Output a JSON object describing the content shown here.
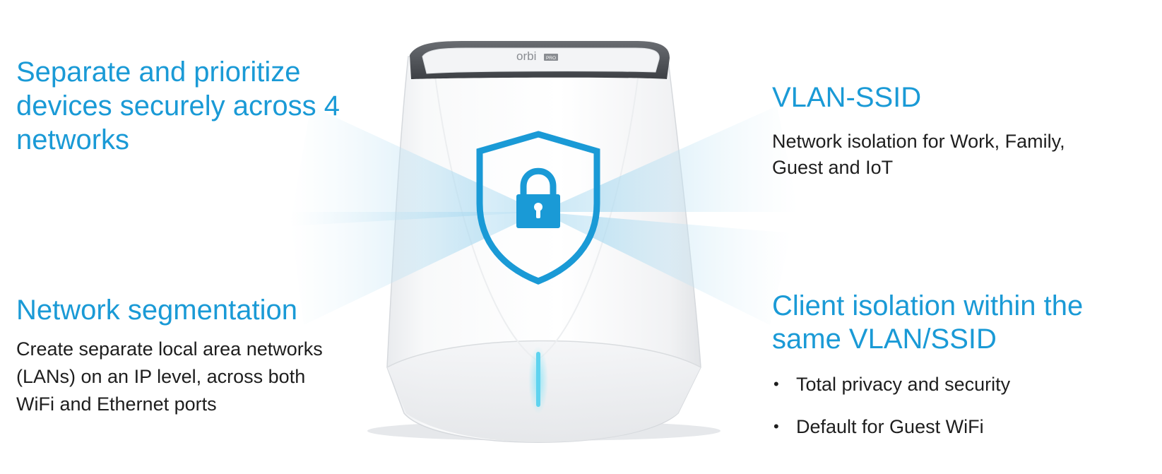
{
  "features": {
    "prioritize": {
      "title_lines": [
        "Separate and prioritize",
        "devices securely across 4",
        "networks"
      ]
    },
    "vlan_ssid": {
      "title": "VLAN-SSID",
      "desc_lines": [
        "Network isolation for Work, Family,",
        "Guest and IoT"
      ]
    },
    "segmentation": {
      "title": "Network segmentation",
      "desc_lines": [
        "Create separate local area networks",
        "(LANs) on an IP level, across both",
        "WiFi and Ethernet ports"
      ]
    },
    "client_isolation": {
      "title_lines": [
        "Client isolation within the",
        "same VLAN/SSID"
      ],
      "bullet_glyph": "•",
      "bullets": [
        "Total privacy and security",
        "Default for Guest WiFi"
      ]
    }
  },
  "device": {
    "brand_mark": "orbi",
    "brand_badge": "PRO",
    "icons": [
      "shield-icon",
      "padlock-icon"
    ],
    "accent_color": "#1a9ad6",
    "led_color": "#5fd3ef"
  }
}
